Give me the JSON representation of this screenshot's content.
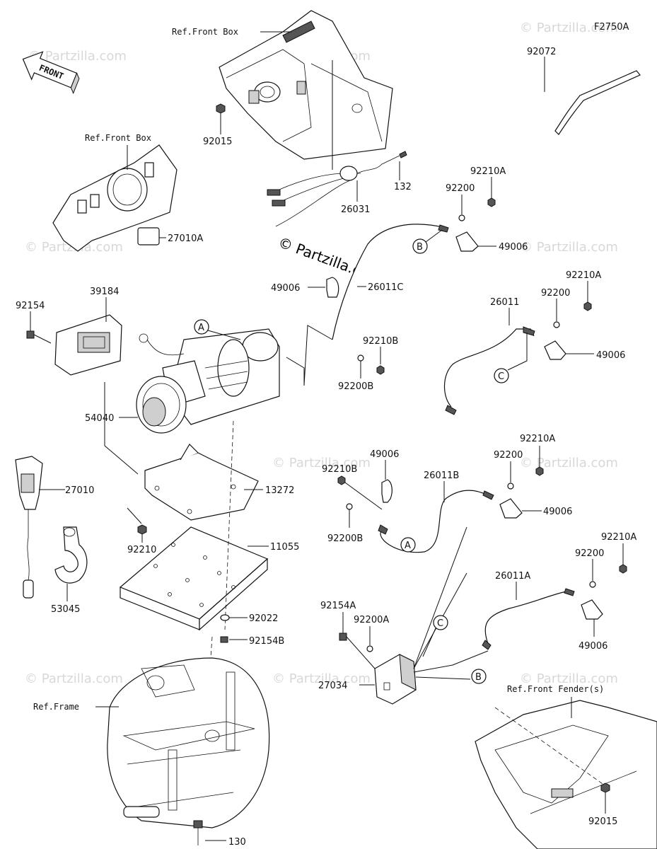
{
  "diagram_code": "F2750A",
  "front_arrow": "FRONT",
  "watermark": "© Partzilla.com",
  "watermark_faint": "© Partzilla.com",
  "refs": {
    "front_box_top": "Ref.Front Box",
    "front_box_left": "Ref.Front Box",
    "frame": "Ref.Frame",
    "front_fenders": "Ref.Front Fender(s)"
  },
  "callouts": {
    "A": "A",
    "B": "B",
    "C": "C"
  },
  "parts": {
    "p92015_top": "92015",
    "p92072": "92072",
    "p132": "132",
    "p26031": "26031",
    "p92210A_1": "92210A",
    "p92200_1": "92200",
    "p49006_1": "49006",
    "p27010A": "27010A",
    "p49006_2": "49006",
    "p26011C": "26011C",
    "p92210A_2": "92210A",
    "p92200_2": "92200",
    "p26011": "26011",
    "p49006_3": "49006",
    "p92210B_1": "92210B",
    "p92200B_1": "92200B",
    "p92154": "92154",
    "p39184": "39184",
    "p54040": "54040",
    "p27010": "27010",
    "p13272": "13272",
    "p92210": "92210",
    "p53045": "53045",
    "p11055": "11055",
    "p92022": "92022",
    "p92154B": "92154B",
    "p130": "130",
    "p49006_4": "49006",
    "p92210B_2": "92210B",
    "p26011B": "26011B",
    "p92210A_3": "92210A",
    "p92200_3": "92200",
    "p49006_5": "49006",
    "p92200B_2": "92200B",
    "p92210A_4": "92210A",
    "p92200_4": "92200",
    "p26011A": "26011A",
    "p49006_6": "49006",
    "p92154A": "92154A",
    "p92200A": "92200A",
    "p27034": "27034",
    "p92015_bottom": "92015"
  }
}
